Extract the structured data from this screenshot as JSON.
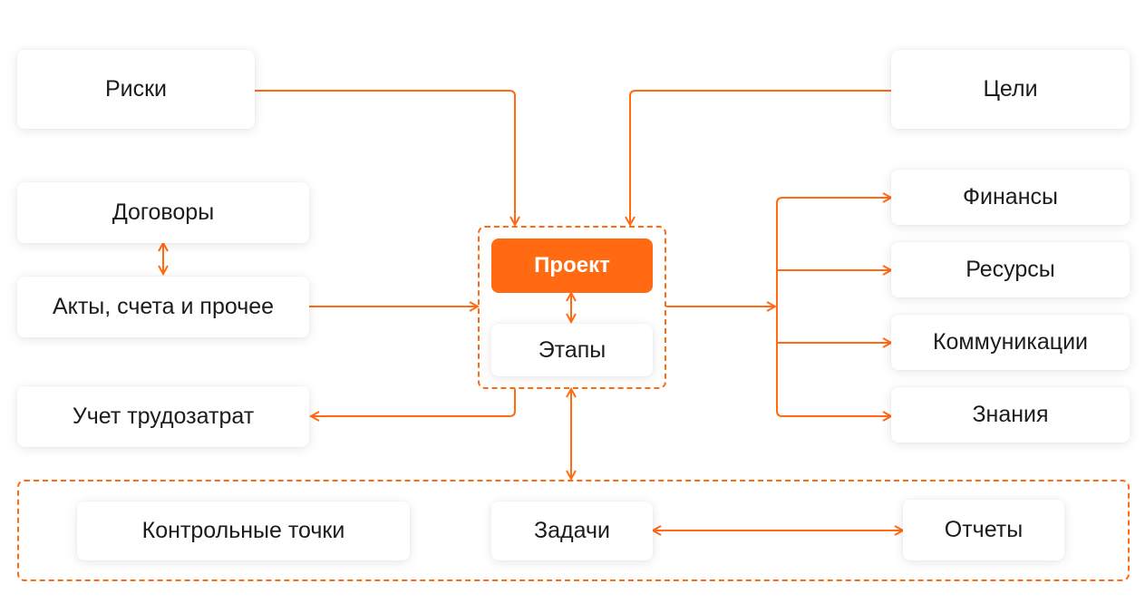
{
  "diagram": {
    "accent_color": "#ff6a13",
    "nodes": {
      "risks": "Риски",
      "goals": "Цели",
      "contracts": "Договоры",
      "acts": "Акты, счета и прочее",
      "timesheets": "Учет трудозатрат",
      "project": "Проект",
      "stages": "Этапы",
      "finance": "Финансы",
      "resources": "Ресурсы",
      "communications": "Коммуникации",
      "knowledge": "Знания",
      "milestones": "Контрольные точки",
      "tasks": "Задачи",
      "reports": "Отчеты"
    }
  }
}
